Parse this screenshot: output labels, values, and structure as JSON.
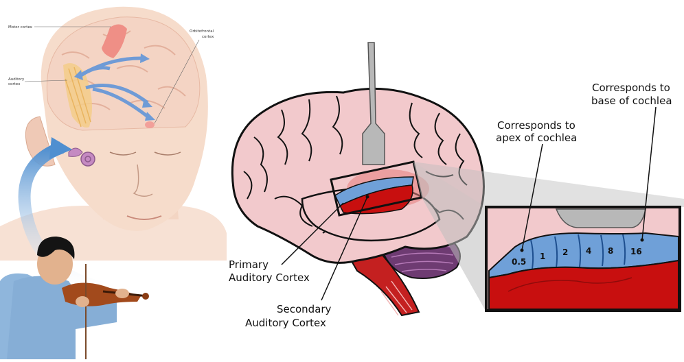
{
  "left_illustration": {
    "motor_cortex_label": "Motor cortex",
    "auditory_cortex_label_line1": "Auditory",
    "auditory_cortex_label_line2": "cortex",
    "orbitofrontal_label_line1": "Orbitofrontal",
    "orbitofrontal_label_line2": "cortex"
  },
  "brain_diagram": {
    "primary_label_line1": "Primary",
    "primary_label_line2": "Auditory Cortex",
    "secondary_label_line1": "Secondary",
    "secondary_label_line2": "Auditory Cortex"
  },
  "inset": {
    "apex_label_line1": "Corresponds to",
    "apex_label_line2": "apex of cochlea",
    "base_label_line1": "Corresponds to",
    "base_label_line2": "base of cochlea",
    "frequency_bands": [
      "0.5",
      "1",
      "2",
      "4",
      "8",
      "16"
    ]
  },
  "colors": {
    "skin": "#f6dccb",
    "brain": "#f2c9cc",
    "primary_cortex": "#6fa0d8",
    "secondary_cortex": "#c80f0f",
    "inset_border": "#111111"
  }
}
